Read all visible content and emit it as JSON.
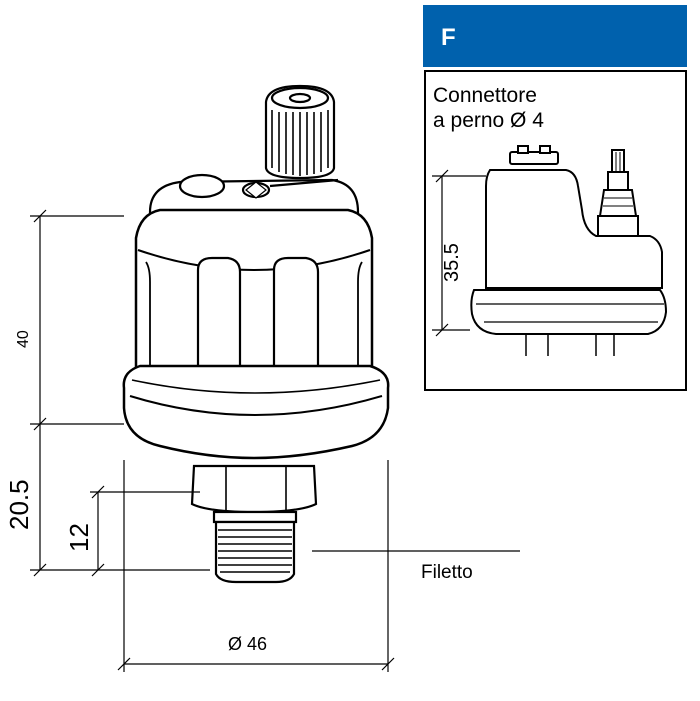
{
  "badge": {
    "letter": "F",
    "color": "#0061ad"
  },
  "inset": {
    "caption_line1": "Connettore",
    "caption_line2": "a perno Ø 4",
    "dimension": "35.5"
  },
  "main": {
    "dim_height_body": "40",
    "dim_height_total": "20.5",
    "dim_thread_length": "12",
    "dim_diameter": "Ø 46",
    "thread_label": "Filetto"
  }
}
